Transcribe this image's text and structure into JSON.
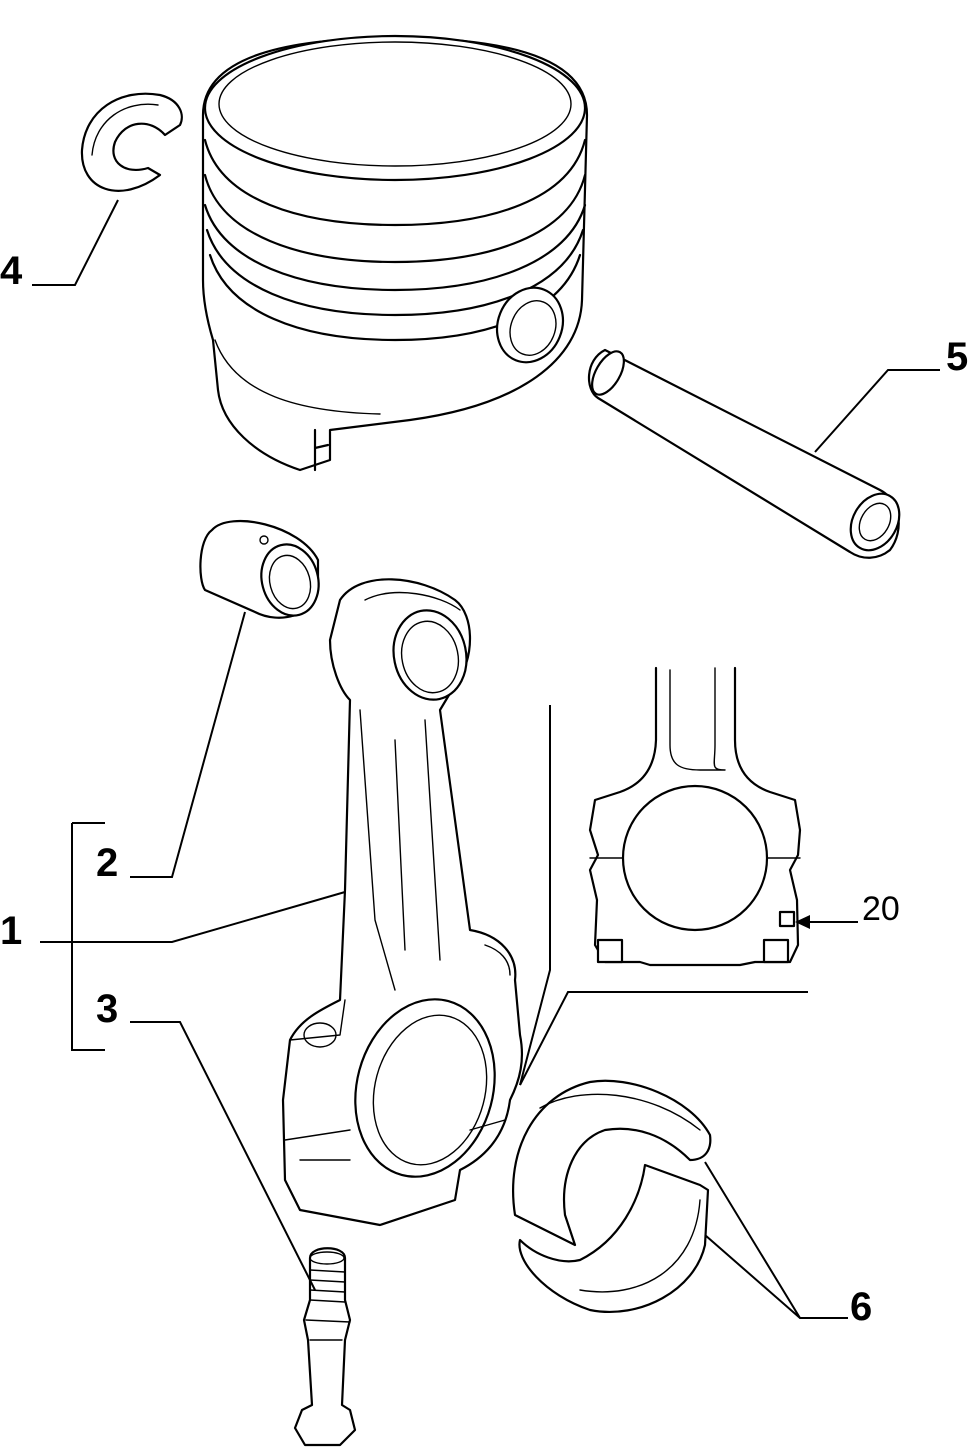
{
  "callouts": {
    "c1": "1",
    "c2": "2",
    "c3": "3",
    "c4": "4",
    "c5": "5",
    "c6": "6",
    "c20": "20"
  },
  "parts": [
    {
      "callout": "1",
      "icon": "connecting-rod-icon"
    },
    {
      "callout": "2",
      "icon": "small-end-bushing-icon"
    },
    {
      "callout": "3",
      "icon": "rod-bolt-icon"
    },
    {
      "callout": "4",
      "icon": "circlip-icon"
    },
    {
      "callout": "5",
      "icon": "piston-pin-icon"
    },
    {
      "callout": "6",
      "icon": "big-end-bearing-shells-icon"
    },
    {
      "callout": "20",
      "icon": "marking-indicator-icon"
    }
  ],
  "colors": {
    "line": "#000000",
    "background": "#ffffff"
  }
}
